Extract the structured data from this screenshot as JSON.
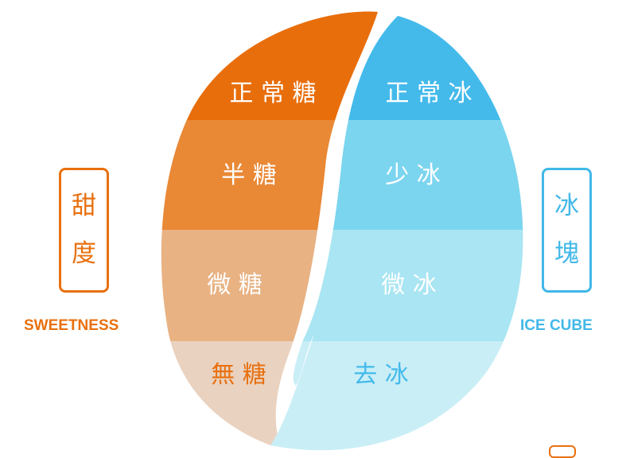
{
  "sweetness": {
    "box_chars": [
      "甜",
      "度"
    ],
    "caption": "SWEETNESS",
    "levels": [
      "正 常 糖",
      "半 糖",
      "微 糖",
      "無 糖"
    ],
    "colors": [
      "#e86e0c",
      "#e98835",
      "#e8b283",
      "#e9d2bf"
    ],
    "label_colors": [
      "#ffffff",
      "#ffffff",
      "#ffffff",
      "#e8700f"
    ],
    "accent": "#e8700f"
  },
  "ice": {
    "box_chars": [
      "冰",
      "塊"
    ],
    "caption": "ICE CUBE",
    "levels": [
      "正 常 冰",
      "少 冰",
      "微 冰",
      "去 冰"
    ],
    "colors": [
      "#44baeb",
      "#7cd5ef",
      "#a9e5f2",
      "#c9eef6"
    ],
    "label_colors": [
      "#ffffff",
      "#ffffff",
      "#ffffff",
      "#44baeb"
    ],
    "accent": "#42b8e8"
  }
}
